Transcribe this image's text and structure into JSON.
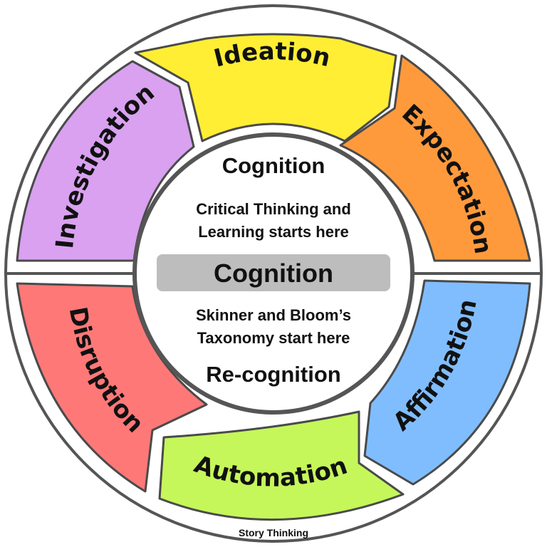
{
  "segments": [
    {
      "id": "ideation",
      "label": "Ideation",
      "color": "#FFEE33"
    },
    {
      "id": "expectation",
      "label": "Expectation",
      "color": "#FF9A3C"
    },
    {
      "id": "affirmation",
      "label": "Affirmation",
      "color": "#80BDFF"
    },
    {
      "id": "automation",
      "label": "Automation",
      "color": "#C5F75A"
    },
    {
      "id": "disruption",
      "label": "Disruption",
      "color": "#FF7878"
    },
    {
      "id": "investigation",
      "label": "Investigation",
      "color": "#D9A1F0"
    }
  ],
  "center": {
    "top_title": "Cognition",
    "top_line1": "Critical Thinking and",
    "top_line2": "Learning starts here",
    "band_label": "Cognition",
    "band_color": "#BDBDBD",
    "bottom_line1": "Skinner and Bloom’s",
    "bottom_line2": "Taxonomy start here",
    "bottom_title": "Re-cognition"
  },
  "footer": {
    "label": "Story Thinking"
  }
}
